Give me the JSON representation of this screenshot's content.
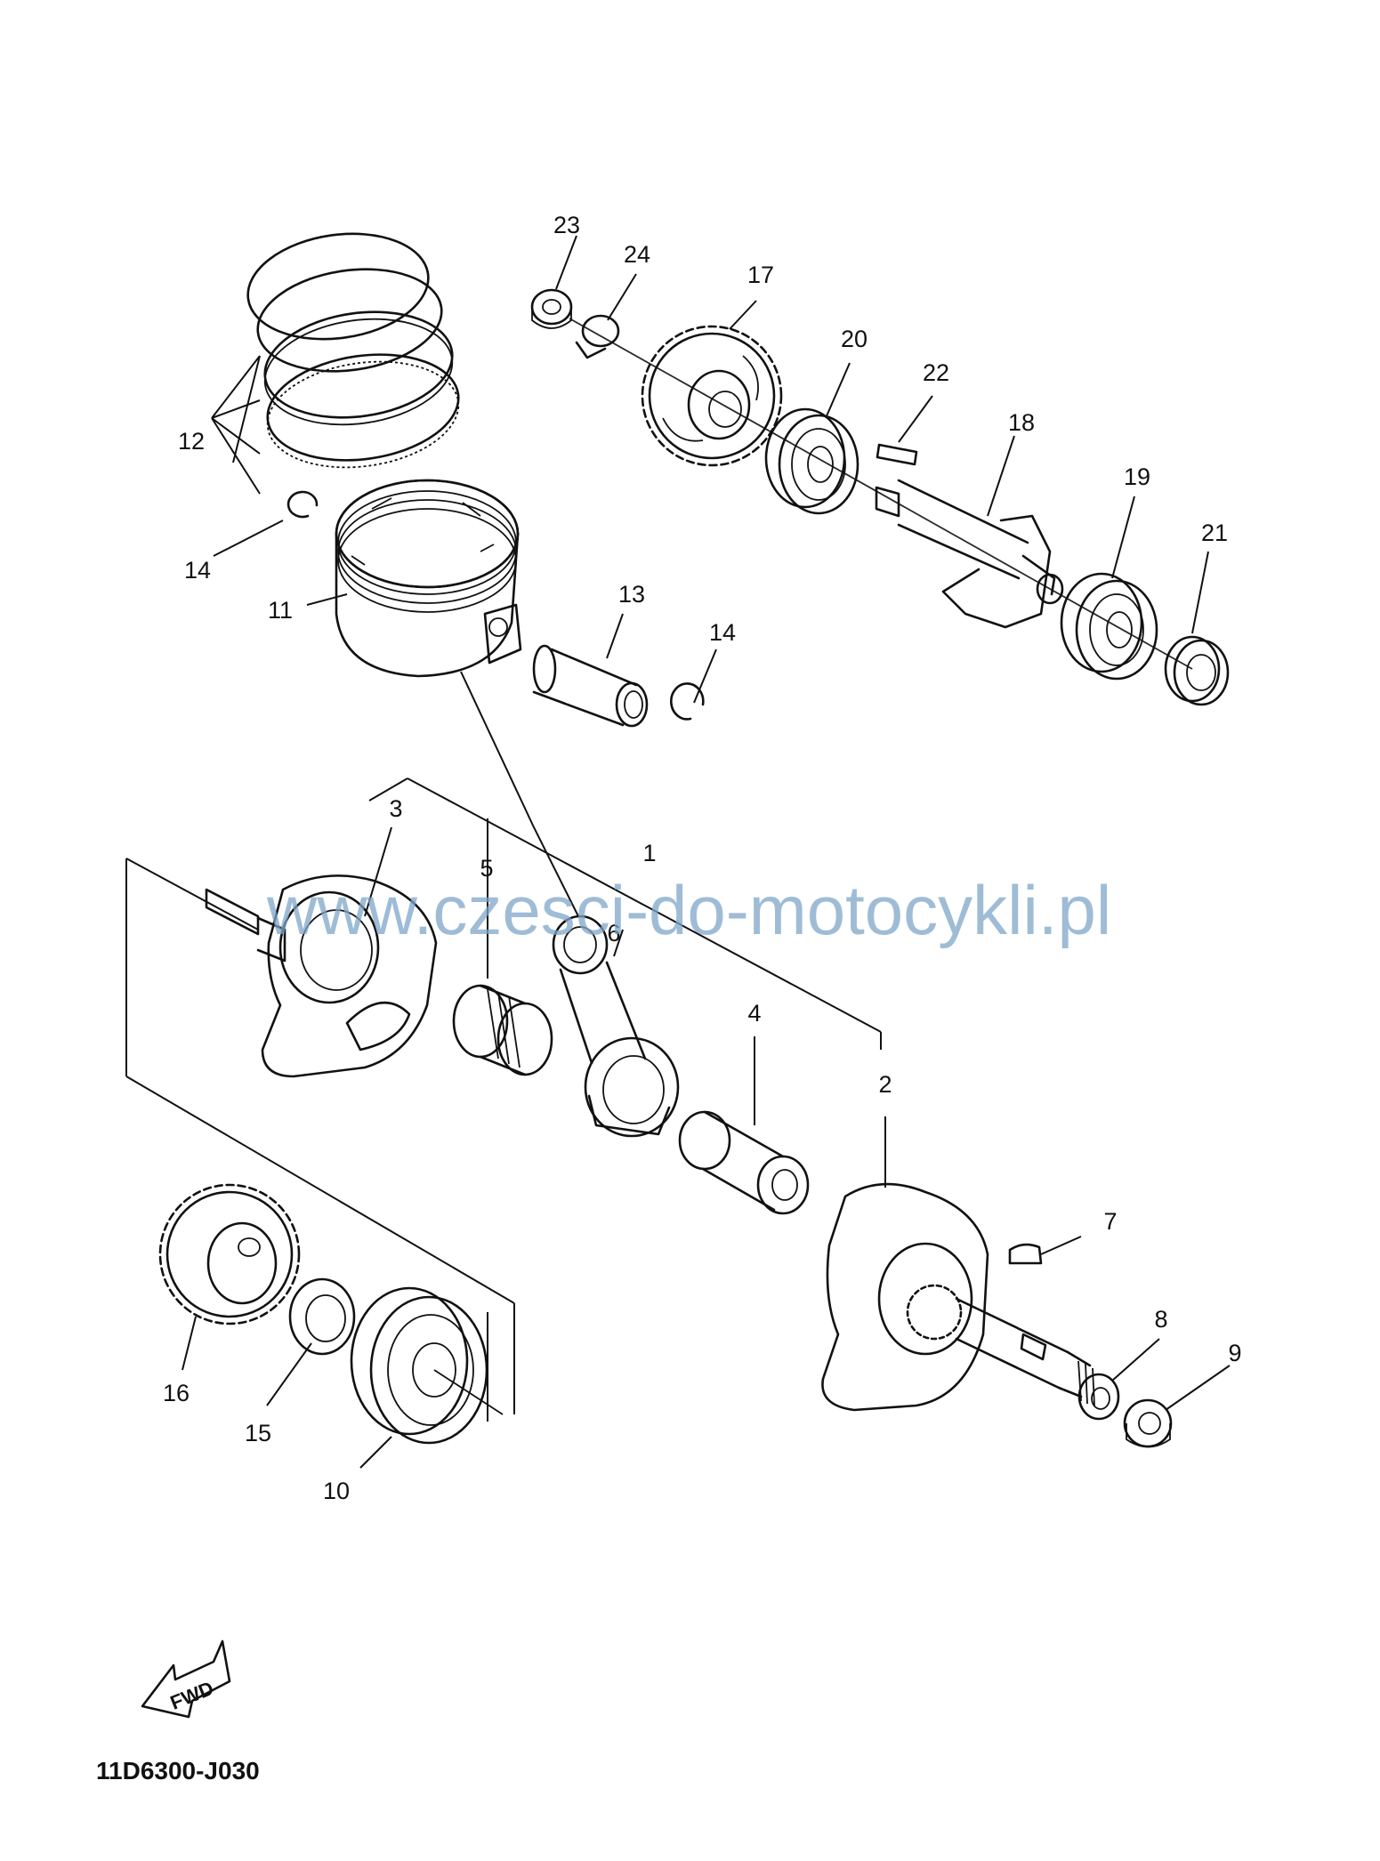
{
  "watermark": "www.czesci-do-motocykli.pl",
  "diagram_code": "11D6300-J030",
  "fwd_label": "FWD",
  "callouts": {
    "c1": "1",
    "c2": "2",
    "c3": "3",
    "c4": "4",
    "c5": "5",
    "c6": "6",
    "c7": "7",
    "c8": "8",
    "c9": "9",
    "c10": "10",
    "c11": "11",
    "c12": "12",
    "c13": "13",
    "c14a": "14",
    "c14b": "14",
    "c15": "15",
    "c16": "16",
    "c17": "17",
    "c18": "18",
    "c19": "19",
    "c20": "20",
    "c21": "21",
    "c22": "22",
    "c23": "23",
    "c24": "24"
  }
}
